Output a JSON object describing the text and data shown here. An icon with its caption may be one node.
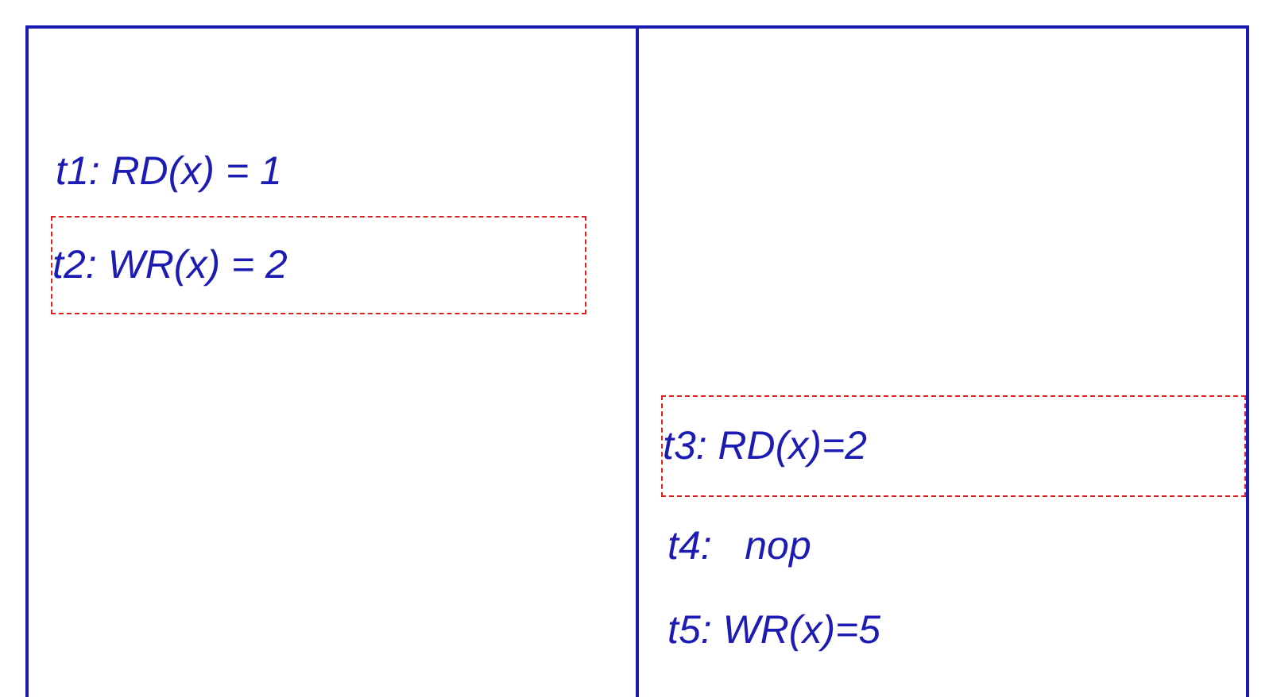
{
  "diagram": {
    "nodes": [
      {
        "text": [
          "t2: WR(x) = 2"
        ]
      },
      {
        "text": [
          "t3: RD(x)=2"
        ]
      }
    ],
    "labels": [
      "t1: RD(x) = 1",
      "t4:   nop",
      "t5: WR(x)=5"
    ]
  }
}
